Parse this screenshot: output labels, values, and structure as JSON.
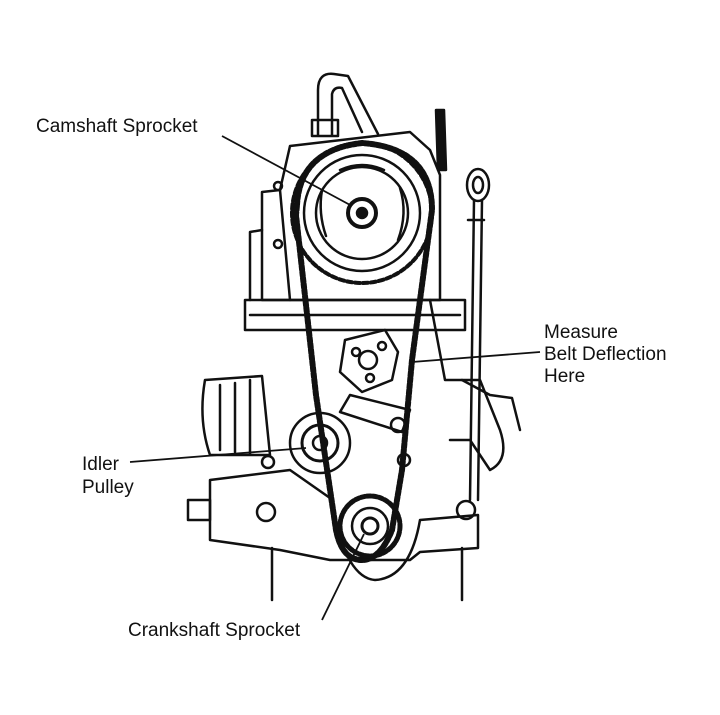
{
  "labels": {
    "camshaft": "Camshaft Sprocket",
    "measure_line1": "Measure",
    "measure_line2": "Belt Deflection",
    "measure_line3": "Here",
    "idler_line1": "Idler",
    "idler_line2": "Pulley",
    "crankshaft": "Crankshaft Sprocket"
  },
  "colors": {
    "ink": "#111111",
    "paper": "#ffffff"
  }
}
